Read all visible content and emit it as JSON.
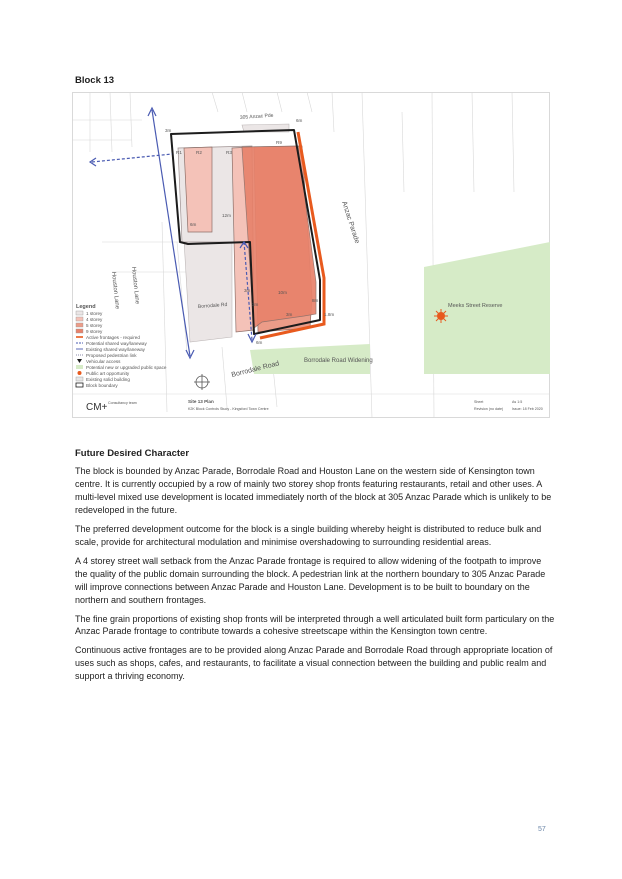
{
  "block_title": "Block 13",
  "plan": {
    "street_labels": {
      "anzac_parade": "Anzac Parade",
      "borrodale_road": "Borrodale Road",
      "borrodale_widening": "Borrodale Road Widening",
      "houston_lane": "Houston Lane",
      "houston_lane_2": "Houston Lane",
      "address_top": "305 Anzac Pde",
      "address_lot": "Borrodale Rd",
      "reserve": "Meeks Street Reserve"
    },
    "dimensions": {
      "d1": "3m",
      "d2": "6m",
      "d3": "12m",
      "d4": "6m",
      "d5": "3m",
      "d6": "10m",
      "d7": "3m",
      "d8": "1.8m",
      "d9": "3m",
      "d10": "8m",
      "d11": "6m"
    },
    "storey_tags": {
      "a": "R1",
      "b": "R2",
      "c": "R3",
      "d": "R9"
    },
    "legend": {
      "title": "Legend",
      "items": [
        "1 storey",
        "4 storey",
        "5 storey",
        "9 storey",
        "Active frontages - required",
        "Potential shared way/laneway",
        "Existing shared way/laneway",
        "Proposed pedestrian link",
        "Vehicular access",
        "Potential new or upgraded public space",
        "Public art opportunity",
        "Existing solid building",
        "Block boundary"
      ]
    },
    "footer": {
      "logo": "CM+",
      "logo_sub": "Consultancy team",
      "plan_title": "Site 13 Plan",
      "plan_sub": "K2K Block Controls Study - Kingsford Town Centre",
      "sheet_label": "Sheet",
      "sheet_sub": "Revision (no date)",
      "scale_label": "As 1:5",
      "scale_sub": "Issue: 18 Feb 2020"
    },
    "colors": {
      "storey_1": "#ebe6e6",
      "storey_4": "#f4c2b8",
      "storey_5": "#ec9c88",
      "storey_9": "#e8826b",
      "active_frontage": "#e85a1e",
      "park": "#d6ebc7",
      "shared_way": "#4a5bb2",
      "block_boundary": "#1c1c1c"
    }
  },
  "section_title": "Future Desired Character",
  "paragraphs": [
    "The block is bounded by Anzac Parade, Borrodale Road and Houston Lane on the western side of Kensington town centre. It is currently occupied by a row of mainly two storey shop fronts featuring restaurants, retail and other uses. A multi-level mixed use development is located immediately north of the block at 305 Anzac Parade which is unlikely to be redeveloped in the future.",
    "The preferred development outcome for the block is a single building whereby height is distributed to reduce bulk and scale, provide for architectural modulation and minimise overshadowing to surrounding residential areas.",
    "A 4 storey street wall setback from the Anzac Parade frontage is required to allow widening of the footpath to improve the quality of the public domain surrounding the block. A pedestrian link at the northern boundary to 305 Anzac Parade will improve connections between Anzac Parade and Houston Lane. Development is to be built to boundary on the northern and southern frontages.",
    "The fine grain proportions of existing shop fronts will be interpreted through a well articulated built form particulary on the Anzac Parade  frontage to contribute towards a cohesive streetscape within the Kensington town centre.",
    "Continuous active frontages are to be provided along Anzac Parade and Borrodale Road through appropriate location of uses such as shops, cafes, and restaurants, to facilitate a visual connection between the building and public realm and support a thriving economy."
  ],
  "page_number": "57"
}
